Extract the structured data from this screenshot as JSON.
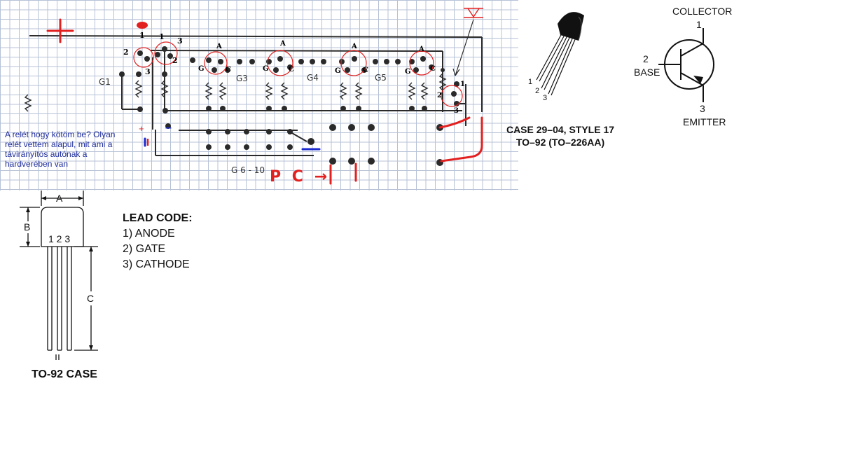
{
  "circuit": {
    "plus_sign": "+",
    "pin_labels_relay": [
      "1",
      "1",
      "3",
      "2",
      "2",
      "3"
    ],
    "anode_label": "A",
    "gate_label": "G",
    "cathode_label": "C",
    "group_labels": [
      "G1",
      "G3",
      "G4",
      "G5"
    ],
    "bottom_group_label": "G 6 - 10",
    "plus_small": "+",
    "minus_small": "–",
    "right_pins": [
      "1",
      "2",
      "3"
    ],
    "pc_text": "P C →",
    "note_text": "A relét hogy kötöm be? Olyan relét vettem alapul, mit ami a távirányítós autónak a hardverében van"
  },
  "package_pictorial": {
    "lead_numbers": [
      "1",
      "2",
      "3"
    ],
    "caption_line1": "CASE 29–04, STYLE 17",
    "caption_line2": "TO–92 (TO–226AA)"
  },
  "transistor_symbol": {
    "collector_label": "COLLECTOR",
    "collector_pin": "1",
    "base_pin": "2",
    "base_label": "BASE",
    "emitter_pin": "3",
    "emitter_label": "EMITTER"
  },
  "dimension_drawing": {
    "dim_a": "A",
    "dim_b": "B",
    "dim_c": "C",
    "pin_order": "1 2 3",
    "caption": "TO-92 CASE"
  },
  "lead_code": {
    "title": "LEAD CODE:",
    "items": [
      "1) ANODE",
      "2) GATE",
      "3) CATHODE"
    ]
  },
  "colors": {
    "ink": "#2a2a2a",
    "hand_red": "#e32020",
    "note_blue": "#1f2d9a",
    "marker_blue": "#1c2bd0",
    "grid": "#b7c2d6"
  }
}
